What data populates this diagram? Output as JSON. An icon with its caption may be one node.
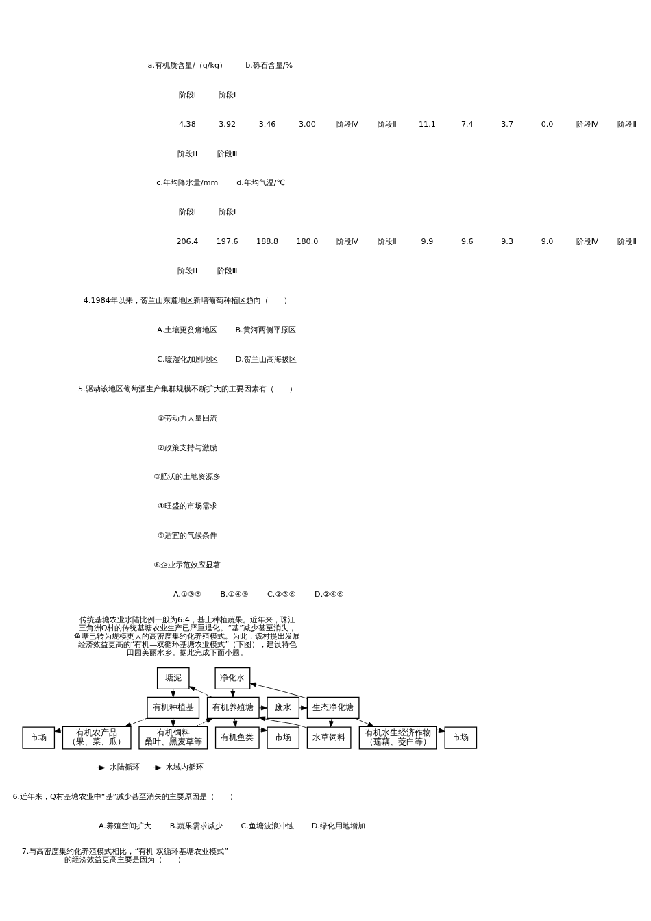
{
  "diagram": {
    "nodes": [
      {
        "text": [
          "塘泥"
        ]
      },
      {
        "text": [
          "净化水"
        ]
      },
      {
        "text": [
          "有机种植基"
        ]
      },
      {
        "text": [
          "有机养殖塘"
        ]
      },
      {
        "text": [
          "废水"
        ]
      },
      {
        "text": [
          "生态净化塘"
        ]
      },
      {
        "text": [
          "市场"
        ]
      },
      {
        "text": [
          "有机农产品",
          "（果、菜、瓜）"
        ]
      },
      {
        "text": [
          "有机饲料",
          "桑叶、黑麦草等"
        ]
      },
      {
        "text": [
          "有机鱼类"
        ]
      },
      {
        "text": [
          "市场"
        ]
      },
      {
        "text": [
          "水草饲料"
        ]
      },
      {
        "text": [
          "有机水生经济作物",
          "（莲藕、茭白等）"
        ]
      },
      {
        "text": [
          "市场"
        ]
      }
    ],
    "edges": [
      {
        "from": 0,
        "to": 2,
        "arrow": "to",
        "style": "dashed"
      },
      {
        "from": 3,
        "to": 0,
        "arrow": "to",
        "style": "dashed"
      },
      {
        "from": 1,
        "to": 3,
        "arrow": "to"
      },
      {
        "from": 2,
        "to": 7,
        "arrow": "to",
        "style": "dashed"
      },
      {
        "from": 2,
        "to": 8,
        "arrow": "to",
        "style": "dashed"
      },
      {
        "from": 3,
        "to": 4,
        "arrow": "to"
      },
      {
        "from": 4,
        "to": 5,
        "arrow": "to"
      },
      {
        "from": 5,
        "to": 1,
        "arrow": "to"
      },
      {
        "from": 7,
        "to": 6,
        "arrow": "to",
        "style": "dashed"
      },
      {
        "from": 8,
        "to": 3,
        "arrow": "to",
        "style": "dashed"
      },
      {
        "from": 3,
        "to": 9,
        "arrow": "to"
      },
      {
        "from": 9,
        "to": 10,
        "arrow": "to"
      },
      {
        "from": 5,
        "to": 11,
        "arrow": "to"
      },
      {
        "from": 5,
        "to": 12,
        "arrow": "to"
      },
      {
        "from": 11,
        "to": 3,
        "arrow": "to"
      },
      {
        "from": 12,
        "to": 13,
        "arrow": "to"
      }
    ],
    "labels": [
      "a.有机质含量/（g/kg）",
      "阶段Ⅰ",
      "4.38",
      "3.92",
      "3.46",
      "3.00",
      "阶段Ⅳ",
      "阶段Ⅱ",
      "阶段Ⅲ",
      "b.砾石含量/%",
      "阶段Ⅰ",
      "11.1",
      "7.4",
      "3.7",
      "0.0",
      "阶段Ⅳ",
      "阶段Ⅱ",
      "阶段Ⅲ",
      "c.年均降水量/mm",
      "阶段Ⅰ",
      "206.4",
      "197.6",
      "188.8",
      "180.0",
      "阶段Ⅳ",
      "阶段Ⅱ",
      "阶段Ⅲ",
      "d.年均气温/℃",
      "阶段Ⅰ",
      "9.9",
      "9.6",
      "9.3",
      "9.0",
      "阶段Ⅳ",
      "阶段Ⅱ",
      "阶段Ⅲ",
      "4.1984年以来，贺兰山东麓地区新增葡萄种植区趋向（　　）",
      "A.土壤更贫瘠地区",
      "B.黄河两侧平原区",
      "C.暖湿化加剧地区",
      "D.贺兰山高海拔区",
      "5.驱动该地区葡萄酒生产集群规模不断扩大的主要因素有（　　）",
      "①劳动力大量回流",
      "②政策支持与激励",
      "③肥沃的土地资源多",
      "④旺盛的市场需求",
      "⑤适宜的气候条件",
      "⑥企业示范效应显著",
      "A.①③⑤",
      "B.①④⑤",
      "C.②③⑥",
      "D.②④⑥",
      "传统基塘农业水陆比例一般为6:4，基上种植蔬果。近年来，珠江三角洲Q村的传统基塘农业生产已严重退化。“基”减少甚至消失，鱼塘已转为规模更大的高密度集约化养殖模式。为此，该村提出发展经济效益更高的“有机—双循环基塘农业模式”（下图），建设特色田园美丽水乡。据此完成下面小题。",
      "6.近年来，Q村基塘农业中“基”减少甚至消失的主要原因是（　　）",
      "A.养殖空间扩大",
      "B.蔬果需求减少",
      "C.鱼塘波浪冲蚀",
      "D.绿化用地增加",
      "7.与高密度集约化养殖模式相比，“有机-双循环基塘农业模式”的经济效益更高主要是因为（　　）"
    ],
    "legend": [
      {
        "text": "水陆循环"
      },
      {
        "text": "水域内循环"
      }
    ]
  }
}
